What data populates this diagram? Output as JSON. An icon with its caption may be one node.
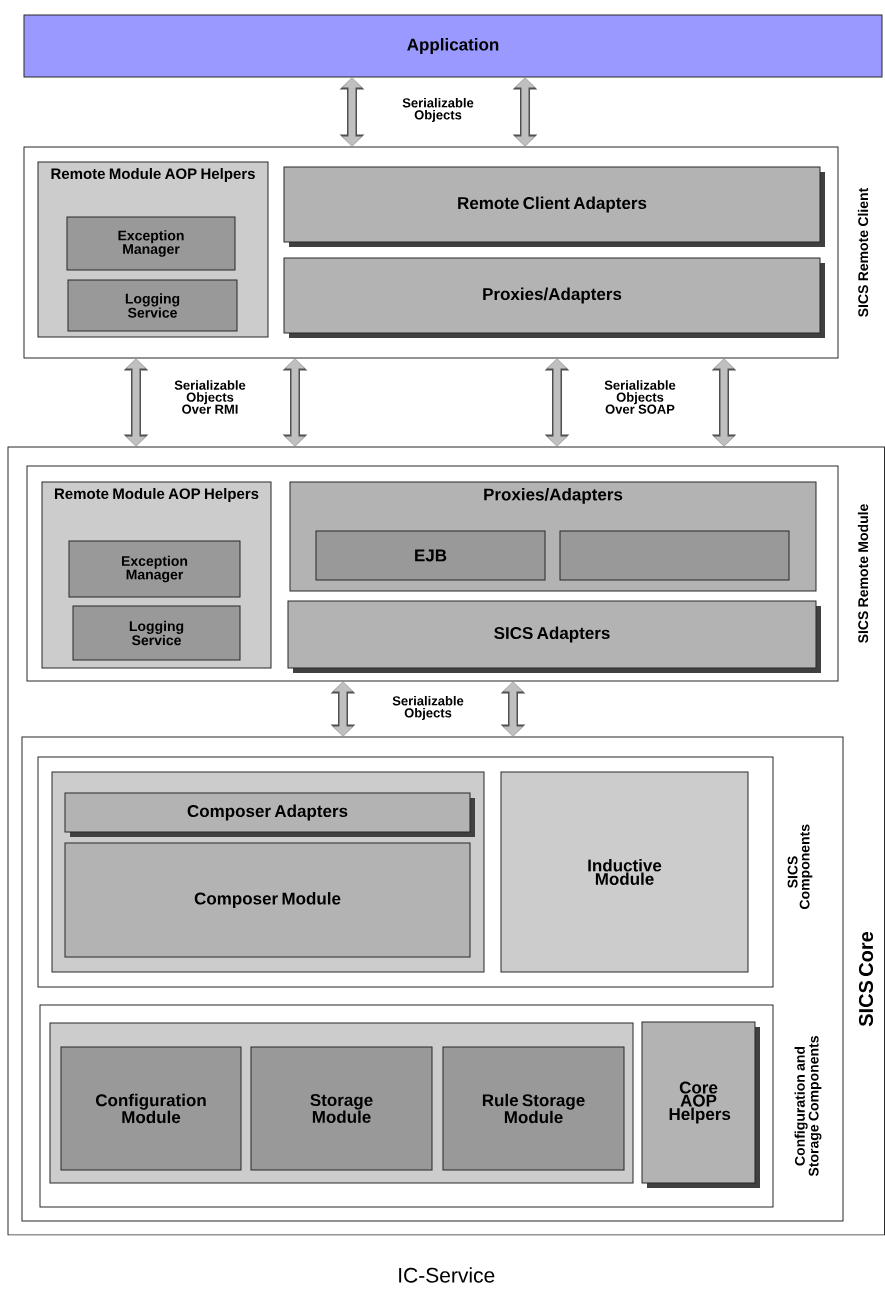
{
  "diagram": {
    "nodes": [
      {
        "text": [
          "Application"
        ]
      },
      {
        "text": [
          "SICS Remote Client"
        ]
      },
      {
        "text": [
          "Remote Module AOP Helpers"
        ],
        "in": 1
      },
      {
        "text": [
          "Exception Manager"
        ],
        "in": 2
      },
      {
        "text": [
          "Logging Service"
        ],
        "in": 2
      },
      {
        "text": [
          "Remote Client Adapters"
        ],
        "in": 1
      },
      {
        "text": [
          "Proxies/Adapters"
        ],
        "in": 1
      },
      {
        "text": [
          "IC-Service"
        ]
      },
      {
        "text": [
          "SICS Remote Module"
        ],
        "in": 7
      },
      {
        "text": [
          "Remote Module AOP Helpers"
        ],
        "in": 8
      },
      {
        "text": [
          "Exception Manager"
        ],
        "in": 9
      },
      {
        "text": [
          "Logging Service"
        ],
        "in": 9
      },
      {
        "text": [
          "Proxies/Adapters"
        ],
        "in": 8
      },
      {
        "text": [
          "EJB"
        ],
        "in": 12
      },
      {
        "text": [],
        "shape": "box",
        "in": 12
      },
      {
        "text": [
          "SICS Adapters"
        ],
        "in": 8
      },
      {
        "text": [
          "SICS Core"
        ],
        "in": 7
      },
      {
        "text": [
          "SICS Components"
        ],
        "in": 16
      },
      {
        "text": [],
        "shape": "box",
        "in": 17
      },
      {
        "text": [
          "Composer Adapters"
        ],
        "in": 18
      },
      {
        "text": [
          "Composer Module"
        ],
        "in": 18
      },
      {
        "text": [
          "Inductive Module"
        ],
        "in": 17
      },
      {
        "text": [
          "Configuration and Storage Components"
        ],
        "in": 16
      },
      {
        "text": [],
        "shape": "box",
        "in": 22
      },
      {
        "text": [
          "Configuration Module"
        ],
        "in": 23
      },
      {
        "text": [
          "Storage Module"
        ],
        "in": 23
      },
      {
        "text": [
          "Rule Storage Module"
        ],
        "in": 23
      },
      {
        "text": [
          "Core AOP Helpers"
        ],
        "in": 22
      }
    ],
    "edges": [
      {
        "from": 0,
        "to": 1,
        "arrow": "both",
        "label": "Serializable Objects"
      },
      {
        "from": 0,
        "to": 1,
        "arrow": "both"
      },
      {
        "from": 1,
        "to": 7,
        "arrow": "both",
        "label": "Serializable Objects Over RMI"
      },
      {
        "from": 1,
        "to": 7,
        "arrow": "both"
      },
      {
        "from": 1,
        "to": 7,
        "arrow": "both",
        "label": "Serializable Objects Over SOAP"
      },
      {
        "from": 1,
        "to": 7,
        "arrow": "both"
      },
      {
        "from": 8,
        "to": 16,
        "arrow": "both",
        "label": "Serializable Objects"
      },
      {
        "from": 8,
        "to": 16,
        "arrow": "both"
      }
    ]
  }
}
